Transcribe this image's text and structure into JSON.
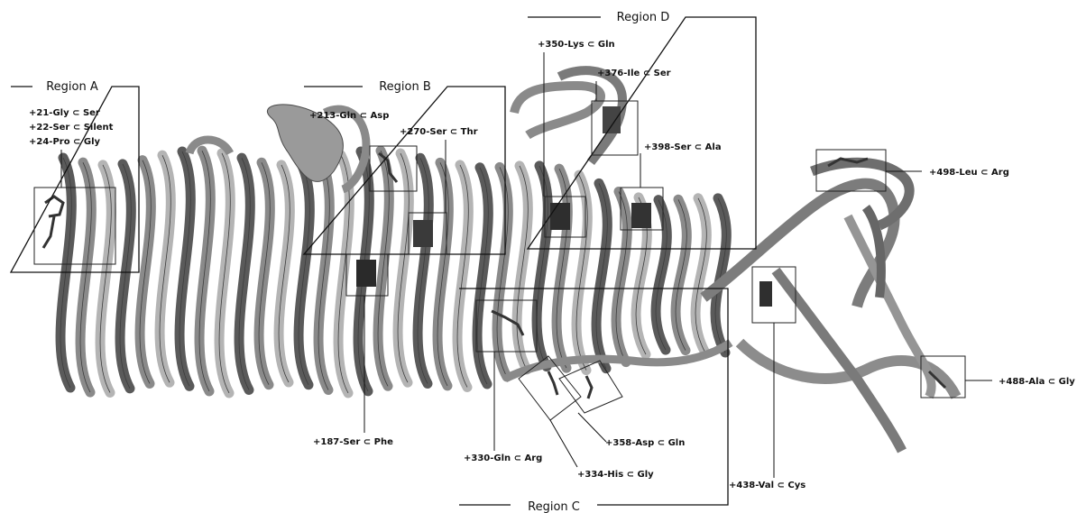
{
  "regions": {
    "a": "Region A",
    "b": "Region B",
    "c": "Region C",
    "d": "Region D"
  },
  "mutations": {
    "m21": "+21-Gly ⊂ Ser",
    "m22": "+22-Ser ⊂ Silent",
    "m24": "+24-Pro ⊂ Gly",
    "m213": "+213-Gln ⊂ Asp",
    "m270": "+270-Ser ⊂ Thr",
    "m350": "+350-Lys ⊂ Gln",
    "m376": "+376-Ile ⊂ Ser",
    "m398": "+398-Ser ⊂ Ala",
    "m498": "+498-Leu ⊂ Arg",
    "m488": "+488-Ala ⊂ Gly",
    "m187": "+187-Ser ⊂ Phe",
    "m330": "+330-Gln ⊂ Arg",
    "m358": "+358-Asp ⊂ Gln",
    "m334": "+334-His ⊂ Gly",
    "m438": "+438-Val ⊂ Cys"
  },
  "colors": {
    "ribbon": "#8a8a8a",
    "ribbon_dark": "#5a5a5a",
    "ribbon_light": "#b4b4b4",
    "line": "#111111"
  }
}
